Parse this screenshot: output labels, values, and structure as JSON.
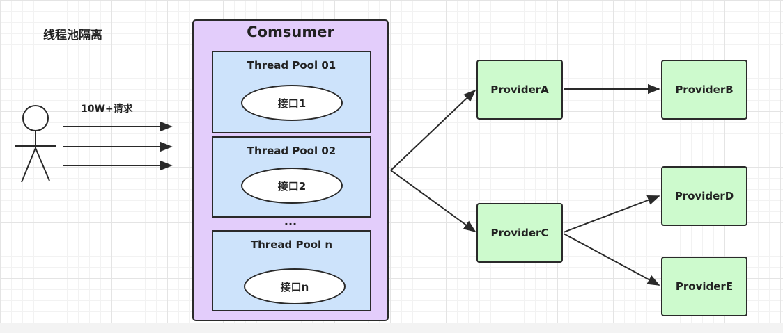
{
  "title": "线程池隔离",
  "request_label": "10W+请求",
  "consumer": {
    "title": "Comsumer",
    "pools": [
      {
        "title": "Thread Pool 01",
        "interface": "接口1"
      },
      {
        "title": "Thread Pool 02",
        "interface": "接口2"
      },
      {
        "title": "Thread Pool n",
        "interface": "接口n"
      }
    ],
    "ellipsis": "..."
  },
  "providers": {
    "a": "ProviderA",
    "b": "ProviderB",
    "c": "ProviderC",
    "d": "ProviderD",
    "e": "ProviderE"
  },
  "colors": {
    "consumer_fill": "#e3cdfb",
    "pool_fill": "#cde3fb",
    "provider_fill": "#cdfacd",
    "stroke": "#2a2a2a"
  }
}
